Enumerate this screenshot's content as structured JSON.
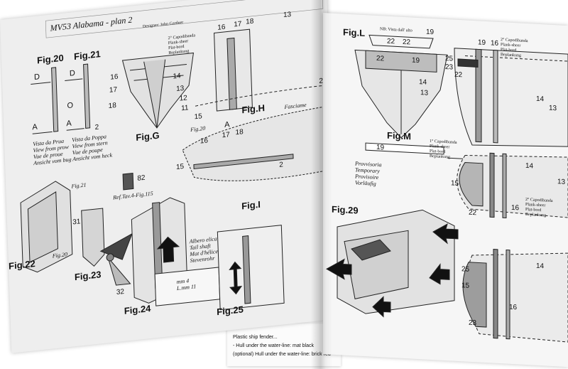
{
  "left_page": {
    "title": "MV53 Alabama - plan 2",
    "designer": "Designer: John Gardner",
    "figures": {
      "fig20": "Fig.20",
      "fig21": "Fig.21",
      "fig22": "Fig.22",
      "fig23": "Fig.23",
      "fig24": "Fig.24",
      "fig25": "Fig.25",
      "figG": "Fig.G",
      "figH": "Fig.H",
      "figI": "Fig.I"
    },
    "view_from_prow": "Vista da Prua\nView from prow\nVue de proue\nAnsicht vom bug",
    "view_from_stern": "Vista da Poppa\nView from stern\nVue de poupe\nAnsicht vom heck",
    "ref": "Ref.Tav.4-Fig.115",
    "ref_num": "82",
    "tail_shaft": "Albero elica\nTail shaft\nMat d'hélice\nStevenrohr",
    "dims": "mm 4\nL.mm 11",
    "plank_sheer": "2° Capodibanda\nPlank-sheer\nPlat-bord\nBeplankung",
    "fasciame": "Fasciame",
    "fig20_small": "Fig.20",
    "fig21_small": "Fig.21",
    "letters": {
      "D": "D",
      "O": "O",
      "A": "A"
    },
    "numbers": [
      "16",
      "17",
      "18",
      "14",
      "13",
      "12",
      "11",
      "15",
      "16",
      "17",
      "18",
      "13",
      "2",
      "15",
      "2",
      "16",
      "17",
      "18",
      "2",
      "31",
      "32"
    ]
  },
  "right_page": {
    "figures": {
      "figL": "Fig.L",
      "figM": "Fig.M",
      "fig29": "Fig.29"
    },
    "plank_sheer_1": "2° Capodibanda\nPlank-sheer\nPlat-bord\nBeplankung",
    "plank_sheer_2": "1° Capodibanda\nPlank-sheer\nPlat-bord\nBeplankung",
    "temporary": "Provvisoria\nTemporary\nProvisoire\nVorläufig",
    "view_top": "NB: Vista dall' alto",
    "numbers": [
      "19",
      "22",
      "22",
      "22",
      "19",
      "14",
      "13",
      "25",
      "23",
      "22",
      "19",
      "16",
      "14",
      "13",
      "15",
      "22",
      "14",
      "16",
      "13",
      "25",
      "15",
      "23",
      "14",
      "16",
      "19"
    ]
  },
  "bottom_page": {
    "lines": [
      "Plastic ship fender...",
      "- Hull under the water-line: mat black",
      "(optional) Hull under the water-line: brick red"
    ]
  }
}
